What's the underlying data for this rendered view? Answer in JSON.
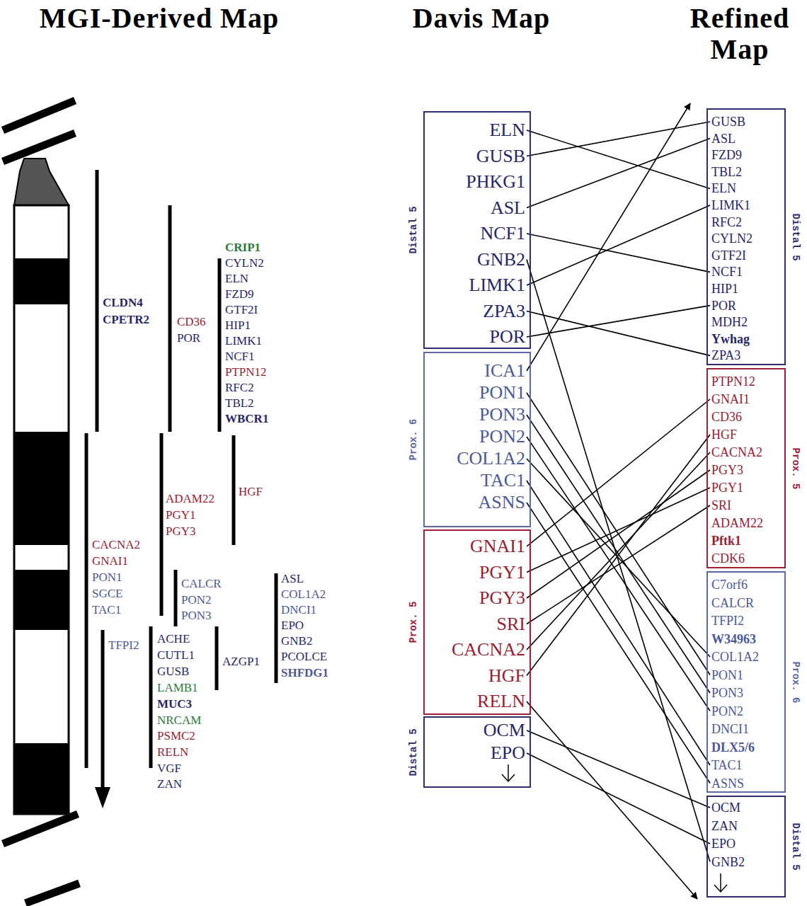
{
  "diagram": {
    "nodes": [
      {
        "text": [
          "Distal 5"
        ]
      },
      {
        "text": [
          "ELN"
        ],
        "in": 0
      },
      {
        "text": [
          "GUSB"
        ],
        "in": 0
      },
      {
        "text": [
          "PHKG1"
        ],
        "in": 0
      },
      {
        "text": [
          "ASL"
        ],
        "in": 0
      },
      {
        "text": [
          "NCF1"
        ],
        "in": 0
      },
      {
        "text": [
          "GNB2"
        ],
        "in": 0
      },
      {
        "text": [
          "LIMK1"
        ],
        "in": 0
      },
      {
        "text": [
          "ZPA3"
        ],
        "in": 0
      },
      {
        "text": [
          "POR"
        ],
        "in": 0
      },
      {
        "text": [
          "Prox. 6"
        ]
      },
      {
        "text": [
          "ICA1"
        ],
        "in": 10
      },
      {
        "text": [
          "PON1"
        ],
        "in": 10
      },
      {
        "text": [
          "PON3"
        ],
        "in": 10
      },
      {
        "text": [
          "PON2"
        ],
        "in": 10
      },
      {
        "text": [
          "COL1A2"
        ],
        "in": 10
      },
      {
        "text": [
          "TAC1"
        ],
        "in": 10
      },
      {
        "text": [
          "ASNS"
        ],
        "in": 10
      },
      {
        "text": [
          "Prox. 5"
        ]
      },
      {
        "text": [
          "GNAI1"
        ],
        "in": 18
      },
      {
        "text": [
          "PGY1"
        ],
        "in": 18
      },
      {
        "text": [
          "PGY3"
        ],
        "in": 18
      },
      {
        "text": [
          "SRI"
        ],
        "in": 18
      },
      {
        "text": [
          "CACNA2"
        ],
        "in": 18
      },
      {
        "text": [
          "HGF"
        ],
        "in": 18
      },
      {
        "text": [
          "RELN"
        ],
        "in": 18
      },
      {
        "text": [
          "Distal 5"
        ]
      },
      {
        "text": [
          "OCM"
        ],
        "in": 26
      },
      {
        "text": [
          "EPO"
        ],
        "in": 26
      },
      {
        "text": [
          "Distal 5"
        ]
      },
      {
        "text": [
          "GUSB"
        ],
        "in": 29
      },
      {
        "text": [
          "ASL"
        ],
        "in": 29
      },
      {
        "text": [
          "FZD9"
        ],
        "in": 29
      },
      {
        "text": [
          "TBL2"
        ],
        "in": 29
      },
      {
        "text": [
          "ELN"
        ],
        "in": 29
      },
      {
        "text": [
          "LIMK1"
        ],
        "in": 29
      },
      {
        "text": [
          "RFC2"
        ],
        "in": 29
      },
      {
        "text": [
          "CYLN2"
        ],
        "in": 29
      },
      {
        "text": [
          "GTF2I"
        ],
        "in": 29
      },
      {
        "text": [
          "NCF1"
        ],
        "in": 29
      },
      {
        "text": [
          "HIP1"
        ],
        "in": 29
      },
      {
        "text": [
          "POR"
        ],
        "in": 29
      },
      {
        "text": [
          "MDH2"
        ],
        "in": 29
      },
      {
        "text": [
          "Ywhag"
        ],
        "in": 29
      },
      {
        "text": [
          "ZPA3"
        ],
        "in": 29
      },
      {
        "text": [
          "Prox. 5"
        ]
      },
      {
        "text": [
          "PTPN12"
        ],
        "in": 45
      },
      {
        "text": [
          "GNAI1"
        ],
        "in": 45
      },
      {
        "text": [
          "CD36"
        ],
        "in": 45
      },
      {
        "text": [
          "HGF"
        ],
        "in": 45
      },
      {
        "text": [
          "CACNA2"
        ],
        "in": 45
      },
      {
        "text": [
          "PGY3"
        ],
        "in": 45
      },
      {
        "text": [
          "PGY1"
        ],
        "in": 45
      },
      {
        "text": [
          "SRI"
        ],
        "in": 45
      },
      {
        "text": [
          "ADAM22"
        ],
        "in": 45
      },
      {
        "text": [
          "Pftk1"
        ],
        "in": 45
      },
      {
        "text": [
          "CDK6"
        ],
        "in": 45
      },
      {
        "text": [
          "Prox. 6"
        ]
      },
      {
        "text": [
          "C7orf6"
        ],
        "in": 57
      },
      {
        "text": [
          "CALCR"
        ],
        "in": 57
      },
      {
        "text": [
          "TFPI2"
        ],
        "in": 57
      },
      {
        "text": [
          "W34963"
        ],
        "in": 57
      },
      {
        "text": [
          "COL1A2"
        ],
        "in": 57
      },
      {
        "text": [
          "PON1"
        ],
        "in": 57
      },
      {
        "text": [
          "PON3"
        ],
        "in": 57
      },
      {
        "text": [
          "PON2"
        ],
        "in": 57
      },
      {
        "text": [
          "DNCI1"
        ],
        "in": 57
      },
      {
        "text": [
          "DLX5/6"
        ],
        "in": 57
      },
      {
        "text": [
          "TAC1"
        ],
        "in": 57
      },
      {
        "text": [
          "ASNS"
        ],
        "in": 57
      },
      {
        "text": [
          "Distal 5"
        ]
      },
      {
        "text": [
          "OCM"
        ],
        "in": 70
      },
      {
        "text": [
          "ZAN"
        ],
        "in": 70
      },
      {
        "text": [
          "EPO"
        ],
        "in": 70
      },
      {
        "text": [
          "GNB2"
        ],
        "in": 70
      }
    ],
    "edges": [
      {
        "from": 1,
        "to": 34,
        "arrow": "none"
      },
      {
        "from": 2,
        "to": 30,
        "arrow": "none"
      },
      {
        "from": 4,
        "to": 31,
        "arrow": "none"
      },
      {
        "from": 5,
        "to": 39,
        "arrow": "none"
      },
      {
        "from": 6,
        "to": 74,
        "arrow": "none"
      },
      {
        "from": 7,
        "to": 35,
        "arrow": "none"
      },
      {
        "from": 8,
        "to": 44,
        "arrow": "none"
      },
      {
        "from": 9,
        "to": 41,
        "arrow": "none"
      },
      {
        "from": 12,
        "to": 63,
        "arrow": "none"
      },
      {
        "from": 13,
        "to": 64,
        "arrow": "none"
      },
      {
        "from": 14,
        "to": 65,
        "arrow": "none"
      },
      {
        "from": 15,
        "to": 62,
        "arrow": "none"
      },
      {
        "from": 16,
        "to": 68,
        "arrow": "none"
      },
      {
        "from": 17,
        "to": 69,
        "arrow": "none"
      },
      {
        "from": 19,
        "to": 47,
        "arrow": "none"
      },
      {
        "from": 20,
        "to": 52,
        "arrow": "none"
      },
      {
        "from": 21,
        "to": 51,
        "arrow": "none"
      },
      {
        "from": 22,
        "to": 53,
        "arrow": "none"
      },
      {
        "from": 23,
        "to": 50,
        "arrow": "none"
      },
      {
        "from": 24,
        "to": 49,
        "arrow": "none"
      },
      {
        "from": 27,
        "to": 71,
        "arrow": "none"
      },
      {
        "from": 28,
        "to": 73,
        "arrow": "none"
      }
    ],
    "labels": [
      "MGI-Derived Map",
      "Davis Map",
      "Refined Map",
      "CLDN4",
      "CPETR2",
      "CD36",
      "POR",
      "CRIP1",
      "CYLN2",
      "ELN",
      "FZD9",
      "GTF2I",
      "HIP1",
      "LIMK1",
      "NCF1",
      "PTPN12",
      "RFC2",
      "TBL2",
      "WBCR1",
      "CACNA2",
      "GNAI1",
      "PON1",
      "SGCE",
      "TAC1",
      "ADAM22",
      "PGY1",
      "PGY3",
      "HGF",
      "CALCR",
      "PON2",
      "PON3",
      "TFPI2",
      "ACHE",
      "CUTL1",
      "GUSB",
      "LAMB1",
      "MUC3",
      "NRCAM",
      "PSMC2",
      "RELN",
      "VGF",
      "ZAN",
      "AZGP1",
      "ASL",
      "COL1A2",
      "DNCI1",
      "EPO",
      "GNB2",
      "PCOLCE",
      "SHFDG1"
    ]
  }
}
